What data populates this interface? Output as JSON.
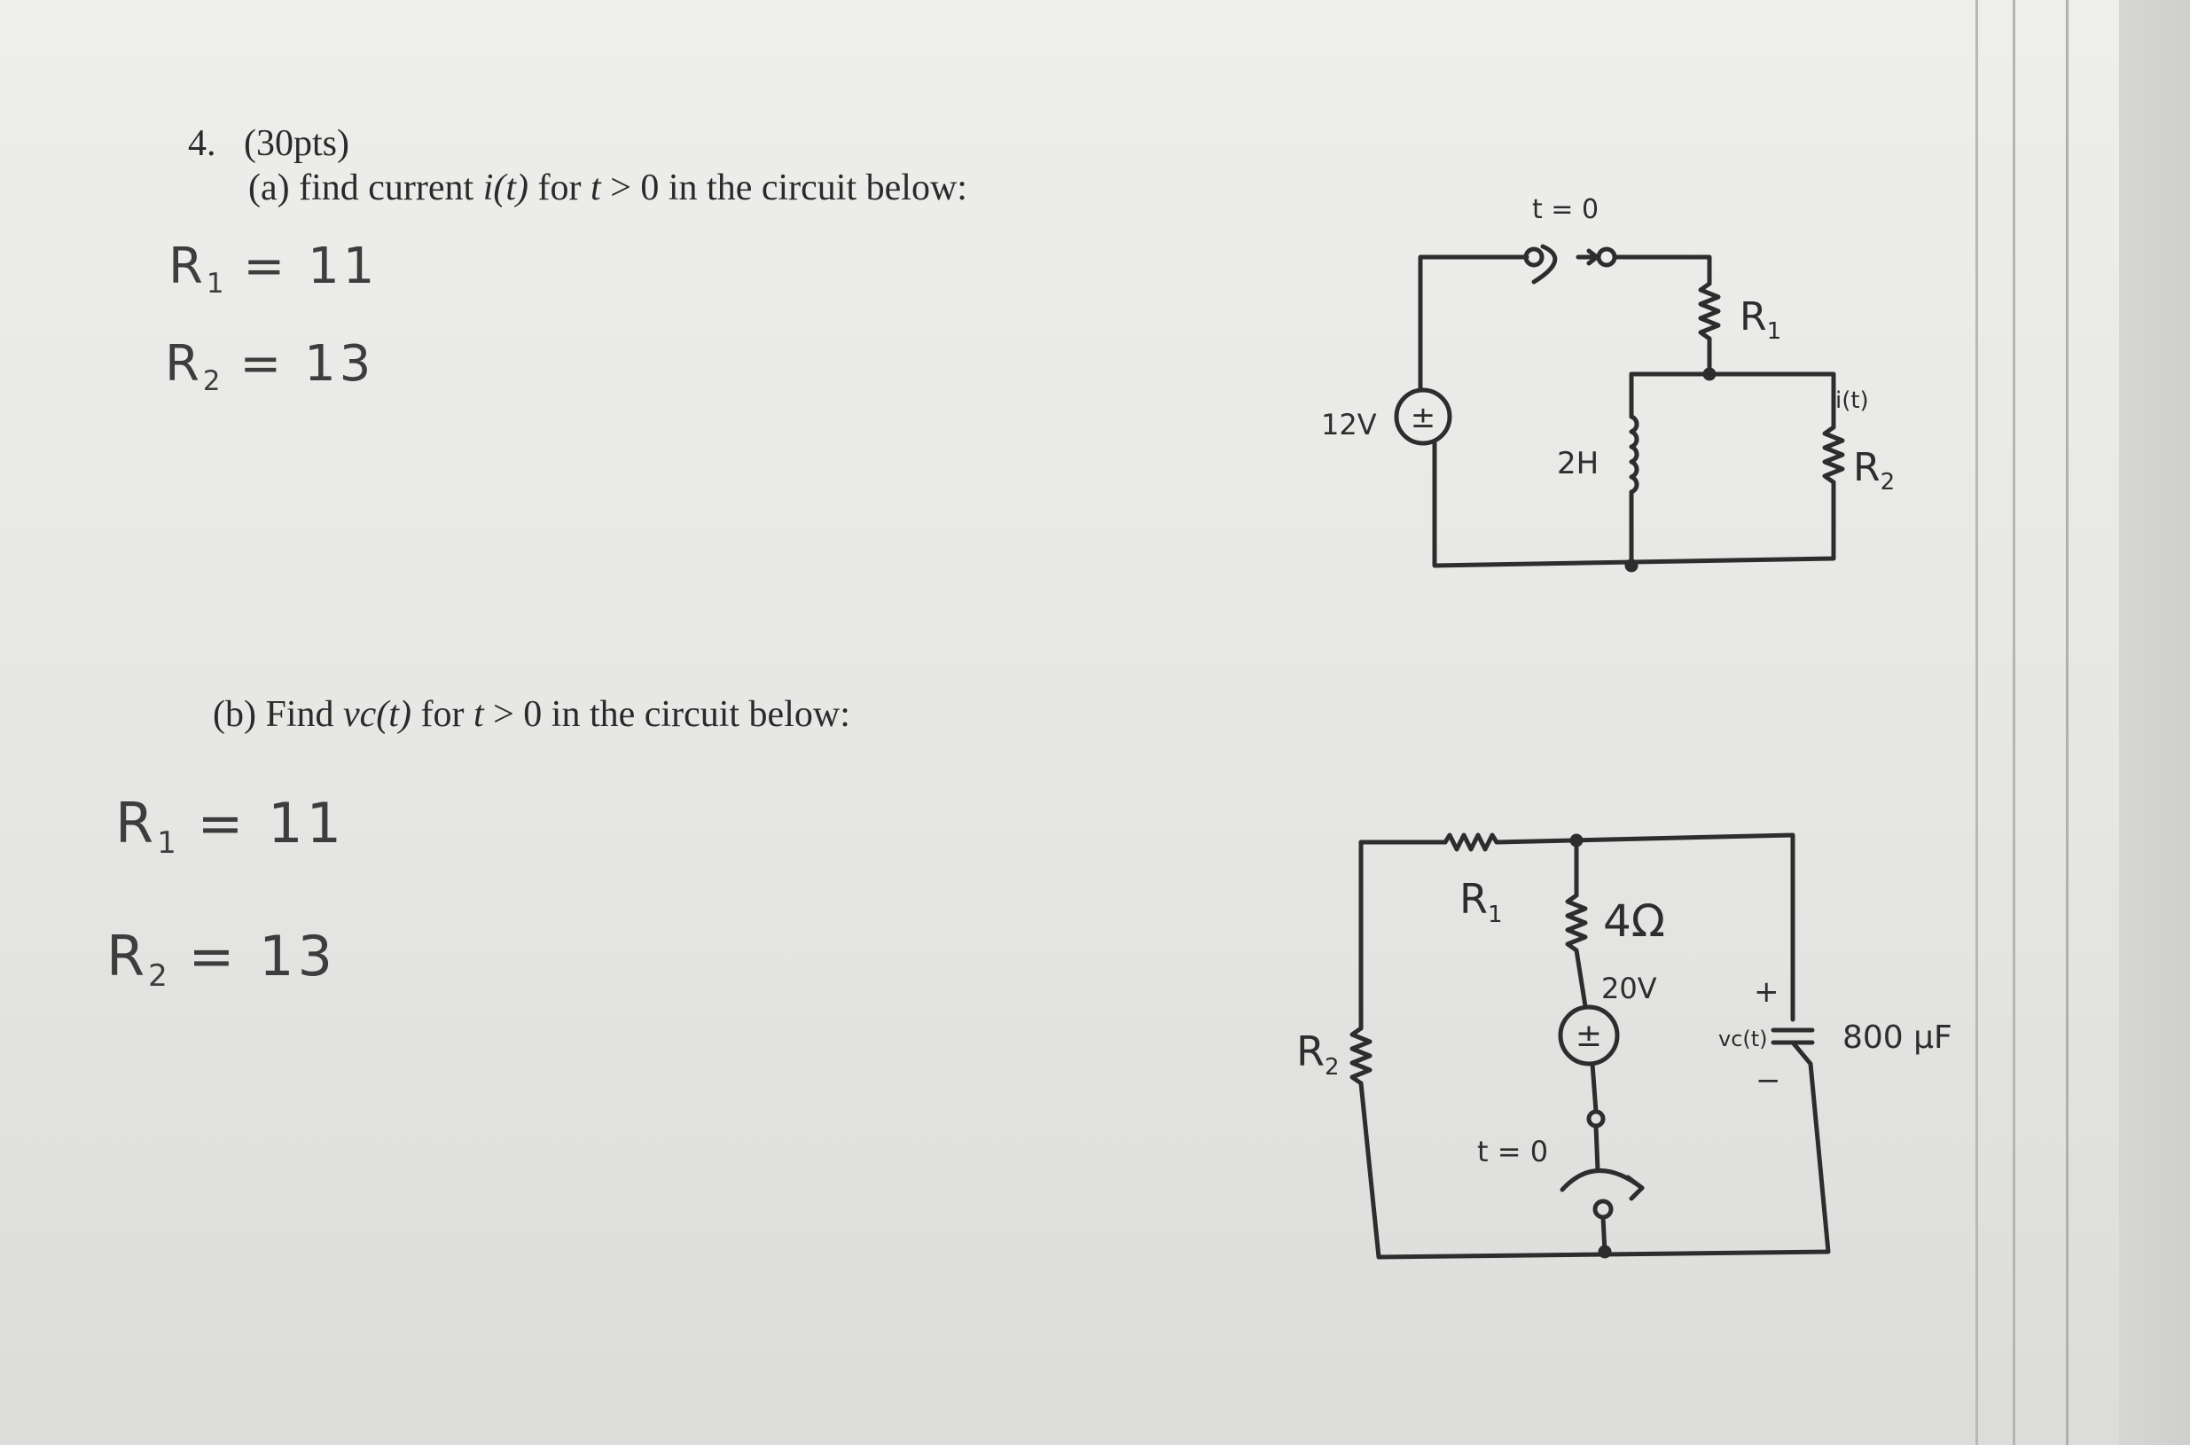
{
  "problem": {
    "number": "4.",
    "points": "(30pts)",
    "part_a": {
      "label": "(a)",
      "text_1": "find current",
      "var": "i(t)",
      "text_2": "for",
      "cond_var": "t",
      "cond": "> 0",
      "text_3": "in the circuit below:",
      "givens": [
        {
          "name": "R",
          "sub": "1",
          "value": "= 11"
        },
        {
          "name": "R",
          "sub": "2",
          "value": "= 13"
        }
      ],
      "circuit": {
        "switch_label": "t = 0",
        "source_label": "12V",
        "source_symbol": "±",
        "inductor_label": "2H",
        "r1_label": "R",
        "r1_sub": "1",
        "r2_label": "R",
        "r2_sub": "2",
        "current_label": "i(t)"
      }
    },
    "part_b": {
      "label": "(b)",
      "text_1": "Find",
      "var": "vc(t)",
      "text_2": "for",
      "cond_var": "t",
      "cond": "> 0",
      "text_3": "in the circuit below:",
      "givens": [
        {
          "name": "R",
          "sub": "1",
          "value": "= 11"
        },
        {
          "name": "R",
          "sub": "2",
          "value": "= 13"
        }
      ],
      "circuit": {
        "r1_label": "R",
        "r1_sub": "1",
        "r2_label": "R",
        "r2_sub": "2",
        "r_mid_label": "4Ω",
        "source_label": "20V",
        "source_symbol": "±",
        "switch_label": "t = 0",
        "cap_voltage_label": "vc(t)",
        "cap_plus": "+",
        "cap_minus": "−",
        "cap_value": "800 μF"
      }
    }
  },
  "colors": {
    "ink": "#2d2d2d",
    "pencil": "#3d3d3d",
    "paper": "#ececea"
  }
}
